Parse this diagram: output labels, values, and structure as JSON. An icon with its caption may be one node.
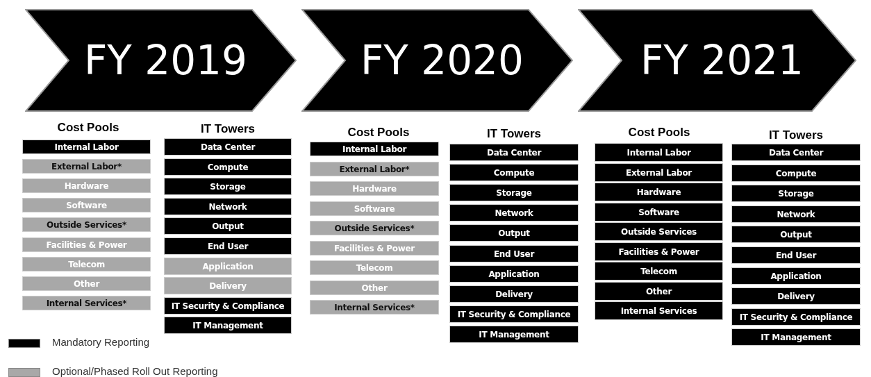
{
  "diagram": {
    "nodes": [
      {
        "text": [
          "FY 2019"
        ]
      },
      {
        "text": [
          "FY 2020"
        ]
      },
      {
        "text": [
          "FY 2021"
        ]
      },
      {
        "text": [
          "Internal Labor"
        ]
      },
      {
        "text": [
          "External Labor*"
        ]
      },
      {
        "text": [
          "Hardware"
        ]
      },
      {
        "text": [
          "Software"
        ]
      },
      {
        "text": [
          "Outside Services*"
        ]
      },
      {
        "text": [
          "Facilities & Power"
        ]
      },
      {
        "text": [
          "Telecom"
        ]
      },
      {
        "text": [
          "Other"
        ]
      },
      {
        "text": [
          "Internal Services*"
        ]
      },
      {
        "text": [
          "Data Center"
        ]
      },
      {
        "text": [
          "Compute"
        ]
      },
      {
        "text": [
          "Storage"
        ]
      },
      {
        "text": [
          "Network"
        ]
      },
      {
        "text": [
          "Output"
        ]
      },
      {
        "text": [
          "End User"
        ]
      },
      {
        "text": [
          "Application"
        ]
      },
      {
        "text": [
          "Delivery"
        ]
      },
      {
        "text": [
          "IT Security & Compliance"
        ]
      },
      {
        "text": [
          "IT Management"
        ]
      },
      {
        "text": [
          "Internal Labor"
        ]
      },
      {
        "text": [
          "External Labor*"
        ]
      },
      {
        "text": [
          "Hardware"
        ]
      },
      {
        "text": [
          "Software"
        ]
      },
      {
        "text": [
          "Outside Services*"
        ]
      },
      {
        "text": [
          "Facilities & Power"
        ]
      },
      {
        "text": [
          "Telecom"
        ]
      },
      {
        "text": [
          "Other"
        ]
      },
      {
        "text": [
          "Internal Services*"
        ]
      },
      {
        "text": [
          "Data Center"
        ]
      },
      {
        "text": [
          "Compute"
        ]
      },
      {
        "text": [
          "Storage"
        ]
      },
      {
        "text": [
          "Network"
        ]
      },
      {
        "text": [
          "Output"
        ]
      },
      {
        "text": [
          "End User"
        ]
      },
      {
        "text": [
          "Application"
        ]
      },
      {
        "text": [
          "Delivery"
        ]
      },
      {
        "text": [
          "IT Security & Compliance"
        ]
      },
      {
        "text": [
          "IT Management"
        ]
      },
      {
        "text": [
          "Internal Labor"
        ]
      },
      {
        "text": [
          "External Labor"
        ]
      },
      {
        "text": [
          "Hardware"
        ]
      },
      {
        "text": [
          "Software"
        ]
      },
      {
        "text": [
          "Outside Services"
        ]
      },
      {
        "text": [
          "Facilities & Power"
        ]
      },
      {
        "text": [
          "Telecom"
        ]
      },
      {
        "text": [
          "Other"
        ]
      },
      {
        "text": [
          "Internal Services"
        ]
      },
      {
        "text": [
          "Data Center"
        ]
      },
      {
        "text": [
          "Compute"
        ]
      },
      {
        "text": [
          "Storage"
        ]
      },
      {
        "text": [
          "Network"
        ]
      },
      {
        "text": [
          "Output"
        ]
      },
      {
        "text": [
          "End User"
        ]
      },
      {
        "text": [
          "Application"
        ]
      },
      {
        "text": [
          "Delivery"
        ]
      },
      {
        "text": [
          "IT Security & Compliance"
        ]
      },
      {
        "text": [
          "IT Management"
        ]
      }
    ],
    "labels": [
      "Cost Pools",
      "IT Towers",
      "Cost Pools",
      "IT Towers",
      "Cost Pools",
      "IT Towers"
    ],
    "legend": [
      {
        "text": "Mandatory Reporting",
        "color": "#000000"
      },
      {
        "text": "Optional/Phased Roll Out Reporting",
        "color": "#a8a8a8"
      }
    ]
  }
}
